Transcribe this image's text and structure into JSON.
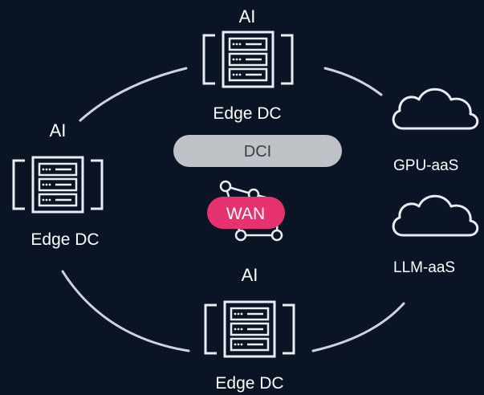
{
  "colors": {
    "background": "#0b1424",
    "line": "#cfd3da",
    "dci_pill": "#bfc2c7",
    "wan_pill": "#e6336f",
    "text": "#ffffff"
  },
  "nodes": {
    "top": {
      "ai_label": "AI",
      "dc_label": "Edge DC",
      "icon": "server-rack-icon"
    },
    "left": {
      "ai_label": "AI",
      "dc_label": "Edge DC",
      "icon": "server-rack-icon"
    },
    "bottom": {
      "ai_label": "AI",
      "dc_label": "Edge DC",
      "icon": "server-rack-icon"
    }
  },
  "center": {
    "dci_label": "DCI",
    "wan_label": "WAN",
    "wan_icon": "network-graph-icon"
  },
  "clouds": [
    {
      "label": "GPU-aaS",
      "icon": "cloud-icon"
    },
    {
      "label": "LLM-aaS",
      "icon": "cloud-icon"
    }
  ]
}
